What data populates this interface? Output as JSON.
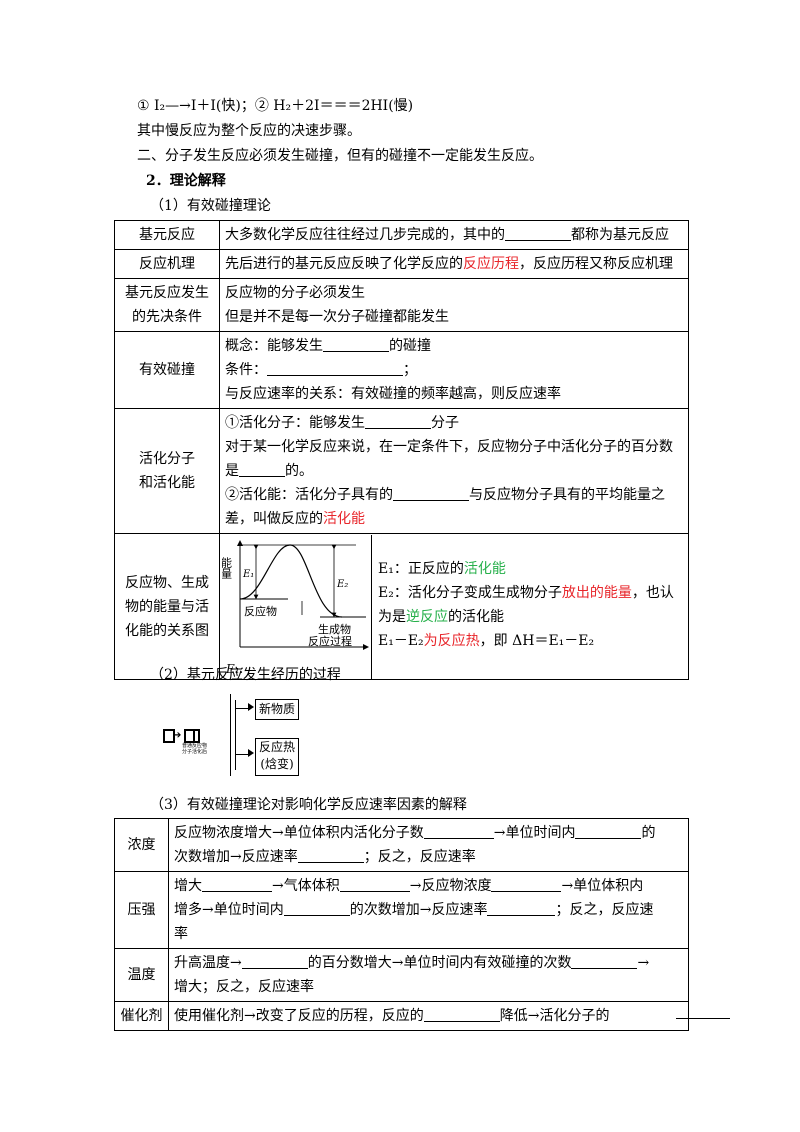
{
  "intro": {
    "line1": "① I₂—→I＋I(快)；② H₂＋2I＝＝＝2HI(慢)",
    "line2": "其中慢反应为整个反应的决速步骤。",
    "line3": "二、分子发生反应必须发生碰撞，但有的碰撞不一定能发生反应。",
    "section2": "2．理论解释",
    "sub1": "（1）有效碰撞理论"
  },
  "table1": {
    "r1_head": "基元反应",
    "r1_a": "大多数化学反应往往经过几步完成的，其中的",
    "r1_b": "都称为基元反应",
    "r2_head": "反应机理",
    "r2_a": "先后进行的基元反应反映了化学反应的",
    "r2_red": "反应历程",
    "r2_b": "，反应历程又称反应机理",
    "r3_head1": "基元反应发生",
    "r3_head2": "的先决条件",
    "r3_l1": "反应物的分子必须发生",
    "r3_l2": "但是并不是每一次分子碰撞都能发生",
    "r4_head": "有效碰撞",
    "r4_l1a": "概念：能够发生",
    "r4_l1b": "的碰撞",
    "r4_l2a": "条件：",
    "r4_l2b": "；",
    "r4_l3": "与反应速率的关系：有效碰撞的频率越高，则反应速率",
    "r5_head1": "活化分子",
    "r5_head2": "和活化能",
    "r5_l1a": "①活化分子：能够发生",
    "r5_l1b": "分子",
    "r5_l2": "对于某一化学反应来说，在一定条件下，反应物分子中活化分子的百分数",
    "r5_l3a": "是",
    "r5_l3b": "的。",
    "r5_l4a": "②活化能：活化分子具有的",
    "r5_l4b": "与反应物分子具有的平均能量之",
    "r5_l5a": "差，叫做反应的",
    "r5_l5red": "活化能",
    "r6_head1": "反应物、生成",
    "r6_head2": "物的能量与活",
    "r6_head3": "化能的关系图",
    "diagram": {
      "y_label": "能量",
      "e1": "E₁",
      "e2": "E₂",
      "reactant": "反应物",
      "product": "生成物",
      "x_label": "反应过程",
      "caption": "E₁:"
    },
    "r6_l1a": "E₁：正反应的",
    "r6_l1green": "活化能",
    "r6_l2a": "E₂：活化分子变成生成物分子",
    "r6_l2red": "放出的能量",
    "r6_l2b": "，也认",
    "r6_l3a": "为是",
    "r6_l3green": "逆反应",
    "r6_l3b": "的活化能",
    "r6_l4a": "E₁－E₂",
    "r6_l4red": "为反应热",
    "r6_l4b": "，即 ΔH＝E₁－E₂"
  },
  "sub2": "（2）基元反应发生经历的过程",
  "flow": {
    "left_l1": "普通反应物",
    "left_l2": "分子活化后",
    "box1": "新物质",
    "box2_l1": "反应热",
    "box2_l2": "(焓变)"
  },
  "sub3": "（3）有效碰撞理论对影响化学反应速率因素的解释",
  "table2": {
    "r1_head": "浓度",
    "r1_l1a": "反应物浓度增大→单位体积内活化分子数",
    "r1_l1b": "→单位时间内",
    "r1_l1c": "的",
    "r1_l2a": "次数增加→反应速率",
    "r1_l2b": "；反之，反应速率",
    "r2_head": "压强",
    "r2_l1a": "增大",
    "r2_l1b": "→气体体积",
    "r2_l1c": "→反应物浓度",
    "r2_l1d": "→单位体积内",
    "r2_l2a": "增多→单位时间内",
    "r2_l2b": "的次数增加→反应速率",
    "r2_l2c": "；反之，反应速",
    "r2_l3": "率",
    "r3_head": "温度",
    "r3_l1a": "升高温度→",
    "r3_l1b": "的百分数增大→单位时间内有效碰撞的次数",
    "r3_l1c": "→",
    "r3_l2": "增大；反之，反应速率",
    "r4_head": "催化剂",
    "r4_l1a": "使用催化剂→改变了反应的历程，反应的",
    "r4_l1b": "降低→活化分子的"
  }
}
